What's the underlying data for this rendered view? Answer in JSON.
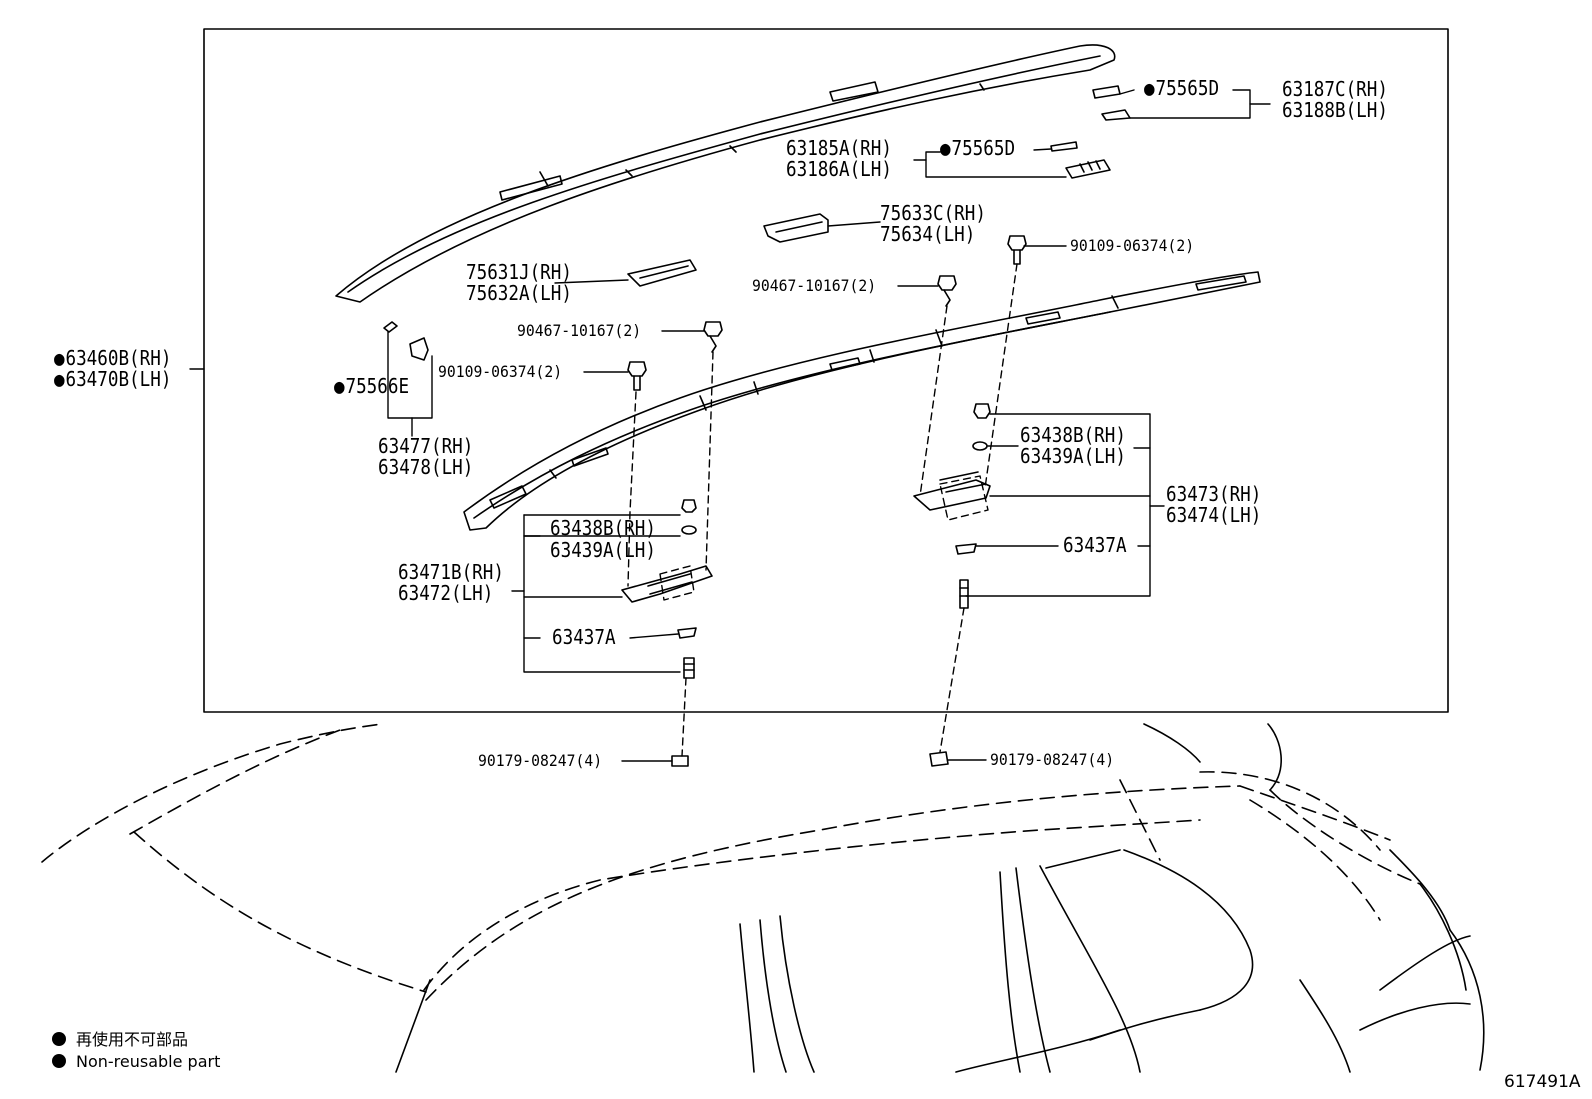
{
  "labels": {
    "grp_63460": {
      "l1": "63460B(RH)",
      "l2": "63470B(LH)"
    },
    "p_75566E": "75566E",
    "p_63477": {
      "l1": "63477(RH)",
      "l2": "63478(LH)"
    },
    "p_75631": {
      "l1": "75631J(RH)",
      "l2": "75632A(LH)"
    },
    "p_90467_a": "90467-10167(2)",
    "p_90109_a": "90109-06374(2)",
    "p_63438_a": {
      "l1": "63438B(RH)",
      "l2": "63439A(LH)"
    },
    "p_63471": {
      "l1": "63471B(RH)",
      "l2": "63472(LH)"
    },
    "p_63437_a": "63437A",
    "p_90179_a": "90179-08247(4)",
    "p_75565D_a": "75565D",
    "p_63187": {
      "l1": "63187C(RH)",
      "l2": "63188B(LH)"
    },
    "p_63185": {
      "l1": "63185A(RH)",
      "l2": "63186A(LH)"
    },
    "p_75565D_b": "75565D",
    "p_75633": {
      "l1": "75633C(RH)",
      "l2": "75634(LH)"
    },
    "p_90109_b": "90109-06374(2)",
    "p_90467_b": "90467-10167(2)",
    "p_63438_b": {
      "l1": "63438B(RH)",
      "l2": "63439A(LH)"
    },
    "p_63473": {
      "l1": "63473(RH)",
      "l2": "63474(LH)"
    },
    "p_63437_b": "63437A",
    "p_90179_b": "90179-08247(4)"
  },
  "legend": {
    "jp": "再使用不可部品",
    "en": "Non-reusable part"
  },
  "figure_id": "617491A",
  "icons": {
    "non_reusable": "filled-circle"
  },
  "colors": {
    "ink": "#000000",
    "background": "#ffffff"
  }
}
